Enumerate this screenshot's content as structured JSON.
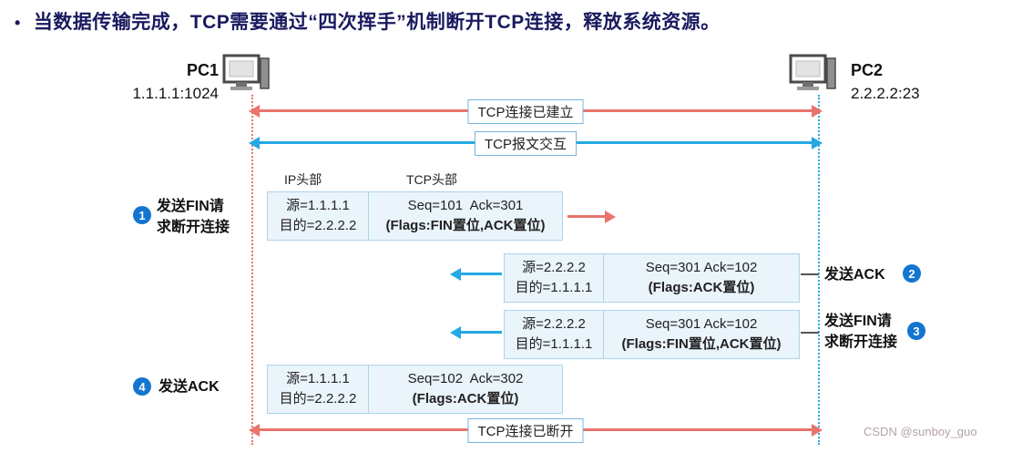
{
  "title_bullet": "•",
  "title": "当数据传输完成，TCP需要通过“四次挥手”机制断开TCP连接，释放系统资源。",
  "colors": {
    "red": "#e8746b",
    "blue": "#25a8e4",
    "badge": "#1375d0",
    "box_bg": "#eaf4fb",
    "box_border": "#aed4ec",
    "banner_border": "#74b5e0",
    "title_text": "#1a1a60"
  },
  "pc1": {
    "name": "PC1",
    "address": "1.1.1.1:1024"
  },
  "pc2": {
    "name": "PC2",
    "address": "2.2.2.2:23"
  },
  "banners": {
    "established": "TCP连接已建立",
    "exchange": "TCP报文交互",
    "closed": "TCP连接已断开"
  },
  "headers": {
    "ip": "IP头部",
    "tcp": "TCP头部"
  },
  "steps": [
    {
      "num": "1",
      "label": "发送FIN请\n求断开连接"
    },
    {
      "num": "2",
      "label": "发送ACK"
    },
    {
      "num": "3",
      "label": "发送FIN请\n求断开连接"
    },
    {
      "num": "4",
      "label": "发送ACK"
    }
  ],
  "packets": [
    {
      "src": "源=1.1.1.1",
      "dst": "目的=2.2.2.2",
      "seq": "Seq=101  Ack=301",
      "flags": "(Flags:FIN置位,ACK置位)"
    },
    {
      "src": "源=2.2.2.2",
      "dst": "目的=1.1.1.1",
      "seq": "Seq=301 Ack=102",
      "flags": "(Flags:ACK置位)"
    },
    {
      "src": "源=2.2.2.2",
      "dst": "目的=1.1.1.1",
      "seq": "Seq=301 Ack=102",
      "flags": "(Flags:FIN置位,ACK置位)"
    },
    {
      "src": "源=1.1.1.1",
      "dst": "目的=2.2.2.2",
      "seq": "Seq=102  Ack=302",
      "flags": "(Flags:ACK置位)"
    }
  ],
  "watermark": "CSDN @sunboy_guo"
}
